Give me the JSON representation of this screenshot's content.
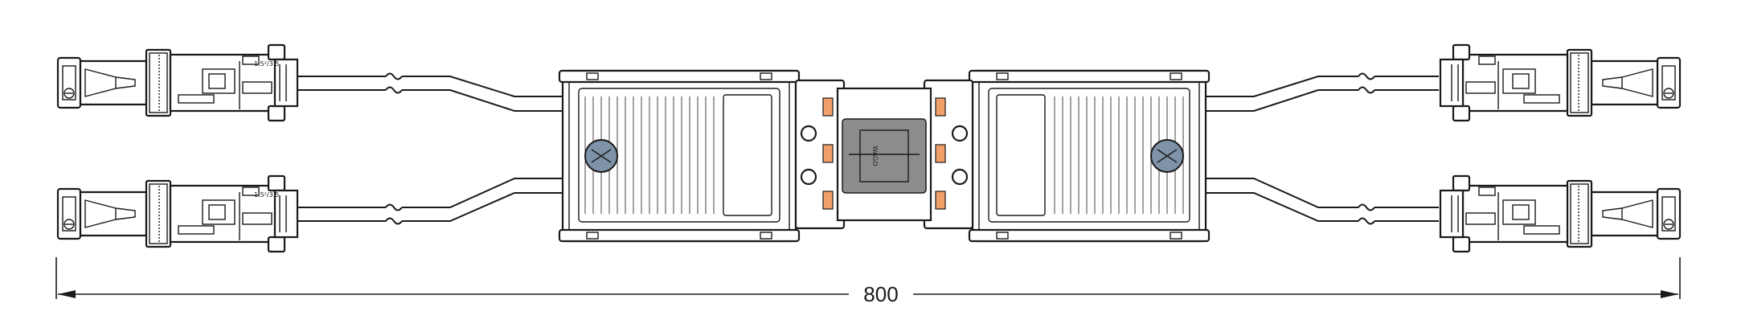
{
  "dimension": {
    "value": "800"
  },
  "connector_marking": "WAGO",
  "cable_labels": [
    "1.5²/3.5",
    "1.5²/3.5"
  ]
}
